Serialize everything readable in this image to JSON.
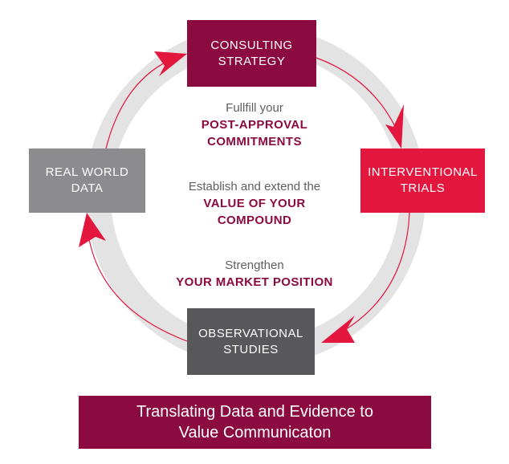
{
  "nodes": {
    "consulting": "CONSULTING\nSTRATEGY",
    "interventional": "INTERVENTIONAL\nTRIALS",
    "observational": "OBSERVATIONAL\nSTUDIES",
    "realworld": "REAL WORLD\nDATA"
  },
  "messages": [
    {
      "lead": "Fullfill your",
      "emphasis": "POST-APPROVAL\nCOMMITMENTS"
    },
    {
      "lead": "Establish and extend the",
      "emphasis": "VALUE OF YOUR\nCOMPOUND"
    },
    {
      "lead": "Strengthen",
      "emphasis": "YOUR MARKET POSITION"
    }
  ],
  "footer": "Translating Data and Evidence to\nValue Communicaton",
  "colors": {
    "burgundy": "#8b0a3f",
    "red": "#e3173e",
    "dark_gray": "#58575a",
    "gray": "#8c8b8e",
    "ring": "#e3e3e4"
  }
}
